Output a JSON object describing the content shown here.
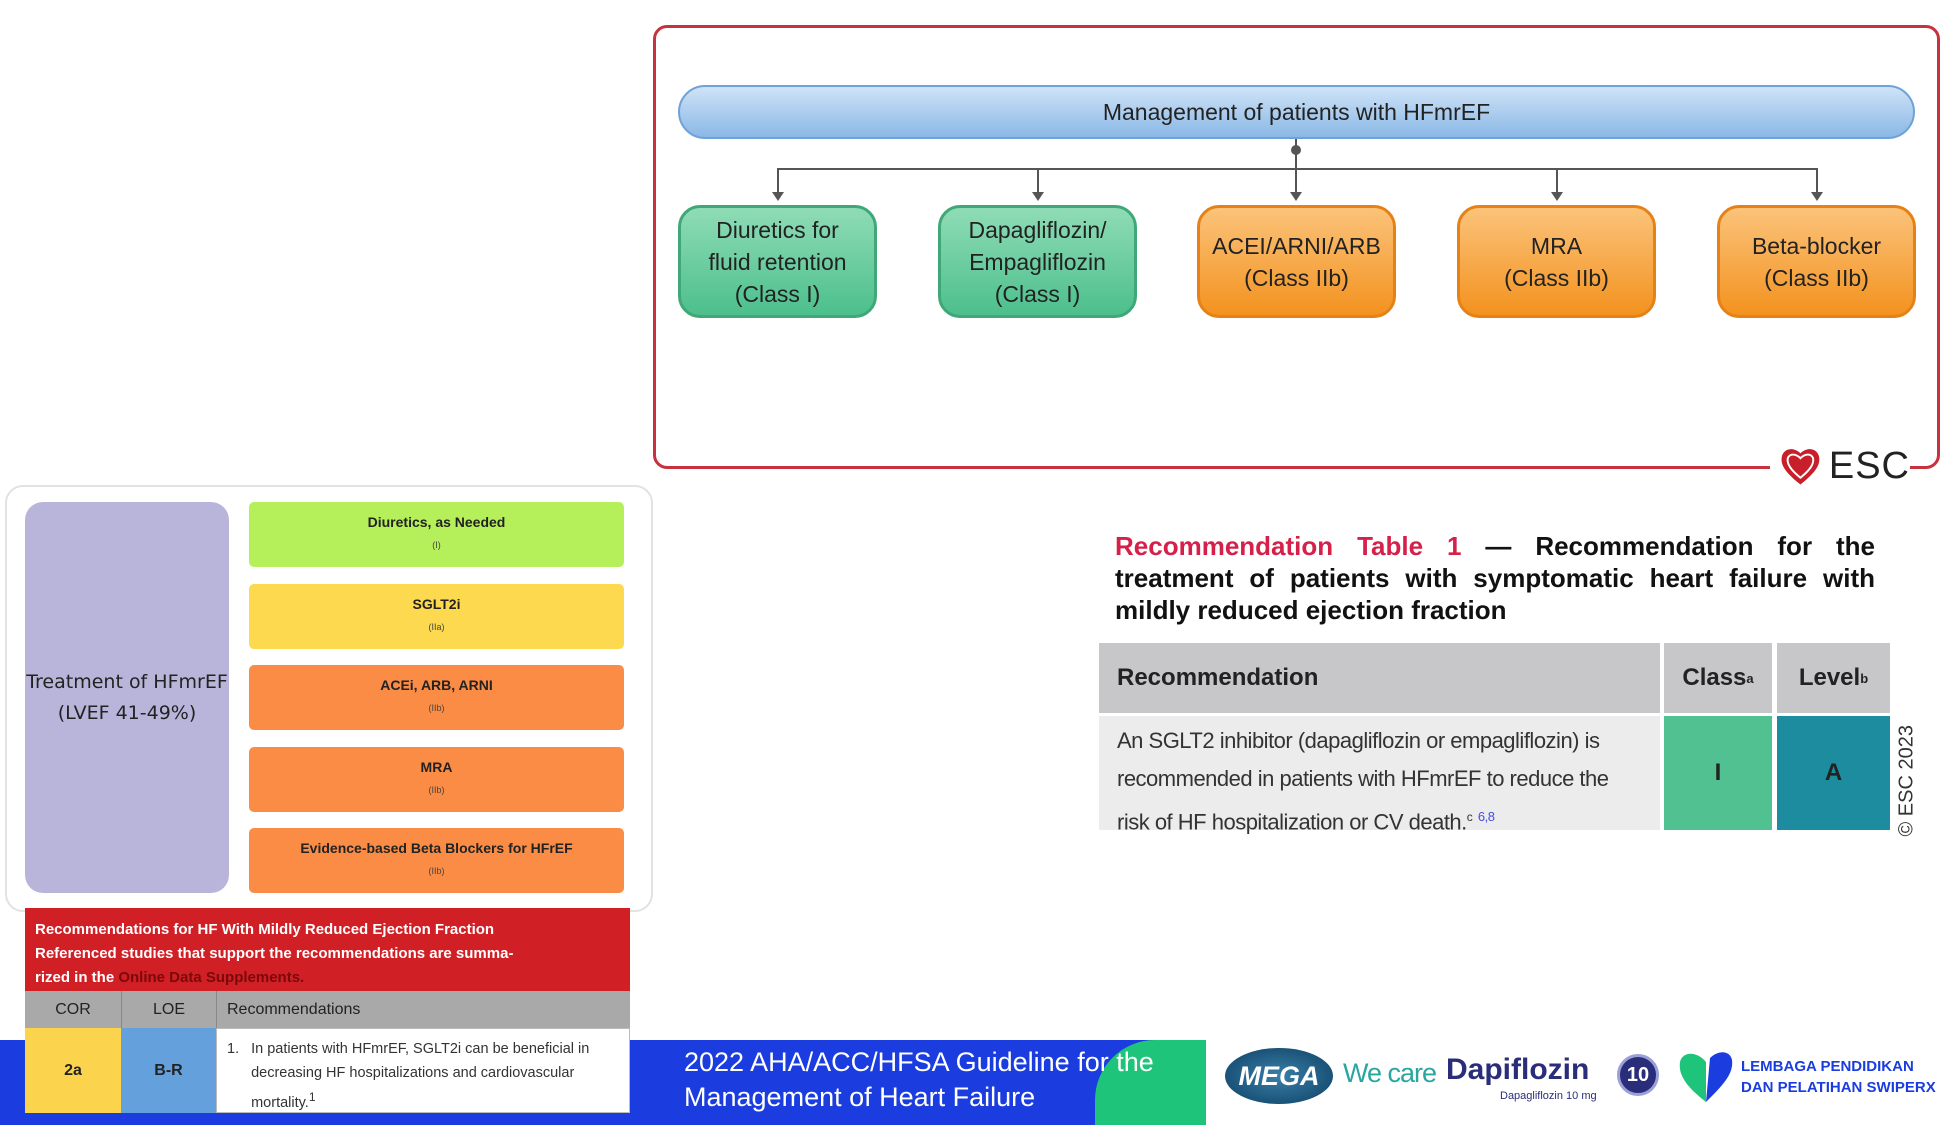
{
  "esc_diagram": {
    "title": "Management of patients with HFmrEF",
    "boxes": [
      {
        "label": "Diuretics for\nfluid retention\n(Class I)",
        "color": "#4cbf8c"
      },
      {
        "label": "Dapagliflozin/\nEmpagliflozin\n(Class I)",
        "color": "#4cbf8c"
      },
      {
        "label": "ACEI/ARNI/ARB\n(Class IIb)",
        "color": "#f3921f"
      },
      {
        "label": "MRA\n(Class IIb)",
        "color": "#f3921f"
      },
      {
        "label": "Beta-blocker\n(Class IIb)",
        "color": "#f3921f"
      }
    ],
    "logo": "ESC"
  },
  "aha_diagram": {
    "title": "Treatment of HFmrEF\n(LVEF 41-49%)",
    "bars": [
      {
        "label": "Diuretics, as Needed",
        "class": "(I)",
        "color": "#b5f05a"
      },
      {
        "label": "SGLT2i",
        "class": "(IIa)",
        "color": "#fcd94e"
      },
      {
        "label": "ACEi, ARB, ARNI",
        "class": "(IIb)",
        "color": "#fb8c45"
      },
      {
        "label": "MRA",
        "class": "(IIb)",
        "color": "#fb8c45"
      },
      {
        "label": "Evidence-based Beta Blockers for HFrEF",
        "class": "(IIb)",
        "color": "#fb8c45"
      }
    ]
  },
  "aha_table": {
    "header_line1": "Recommendations for HF With Mildly Reduced Ejection Fraction",
    "header_line2": "Referenced studies that support the recommendations are summa-",
    "header_line3": "rized in the ",
    "header_link": "Online Data Supplements.",
    "columns": [
      "COR",
      "LOE",
      "Recommendations"
    ],
    "row": {
      "cor": "2a",
      "loe": "B-R",
      "num": "1.",
      "text": "In patients with HFmrEF, SGLT2i can be beneficial in decreasing HF hospitalizations and cardiovascular mortality.",
      "ref": "1"
    }
  },
  "esc_table": {
    "title_red": "Recommendation Table 1",
    "title_rest": " — Recommendation for the treatment of patients with symptomatic heart failure with mildly reduced ejection fraction",
    "columns": [
      "Recommendation",
      "Class",
      "Level"
    ],
    "col_sups": [
      "",
      "a",
      "b"
    ],
    "row": {
      "text": "An SGLT2 inhibitor (dapagliflozin or empagliflozin) is recommended in patients with HFmrEF to reduce the risk of HF hospitalization or CV death.",
      "sup": "c",
      "refs": "6,8",
      "class": "I",
      "level": "A"
    },
    "copyright": "© ESC 2023"
  },
  "banner": {
    "title": "2022 AHA/ACC/HFSA Guideline for the\nManagement of Heart Failure",
    "mega": "MEGA",
    "we_care": "We care",
    "brand": "Dapiflozin",
    "brand_sub": "Dapagliflozin 10 mg",
    "badge": "10",
    "org_line1": "LEMBAGA PENDIDIKAN",
    "org_line2": "DAN PELATIHAN SWIPERX"
  }
}
